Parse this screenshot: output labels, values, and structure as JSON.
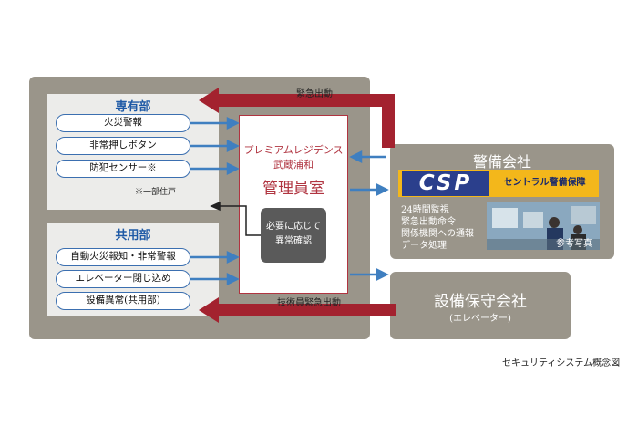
{
  "exclusive": {
    "title": "専有部",
    "items": [
      "火災警報",
      "非常押しボタン",
      "防犯センサー※"
    ],
    "note": "※一部住戸"
  },
  "common": {
    "title": "共用部",
    "items": [
      "自動火災報知・非常警報",
      "エレベーター閉じ込め",
      "設備異常(共用部)"
    ]
  },
  "center": {
    "line1": "プレミアムレジデンス",
    "line2": "武蔵浦和",
    "main": "管理員室",
    "check": [
      "必要に応じて",
      "異常確認"
    ]
  },
  "security": {
    "title": "警備会社",
    "logo": "CSP",
    "logo_text": "セントラル警備保障",
    "services": [
      "24時間監視",
      "緊急出動命令",
      "関係機関への通報",
      "データ処理"
    ],
    "photo_caption": "参考写真"
  },
  "maintenance": {
    "title": "設備保守会社",
    "subtitle": "(エレベーター)"
  },
  "arrows": {
    "emergency": "緊急出動",
    "tech_emergency": "技術員緊急出動"
  },
  "caption": "セキュリティシステム概念図",
  "colors": {
    "red_arrow": "#a3222f",
    "blue_arrow": "#3f7fc0",
    "panel_gray": "#9a958a",
    "accent_blue": "#1f5aa6",
    "csp_navy": "#2b3f8c",
    "csp_yellow": "#f3b71b"
  }
}
